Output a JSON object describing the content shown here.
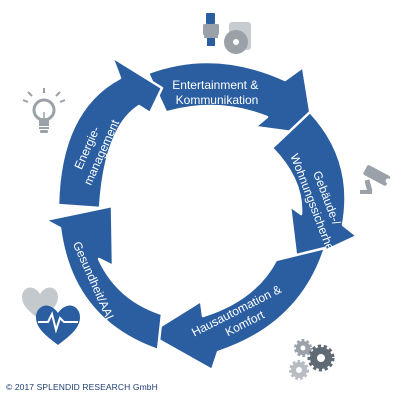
{
  "diagram": {
    "segments": [
      {
        "id": "entertainment",
        "lines": [
          "Entertainment &",
          "Kommunikation"
        ]
      },
      {
        "id": "gebaeude",
        "lines": [
          "Gebäude-/",
          "Wohnungssicherheit"
        ]
      },
      {
        "id": "hausautomation",
        "lines": [
          "Hausautomation &",
          "Komfort"
        ]
      },
      {
        "id": "gesundheit",
        "lines": [
          "Gesundheit/AAL"
        ]
      },
      {
        "id": "energie",
        "lines": [
          "Energie-",
          "management"
        ]
      }
    ],
    "icons": [
      {
        "name": "usb-disc-icon"
      },
      {
        "name": "security-camera-icon"
      },
      {
        "name": "gears-icon"
      },
      {
        "name": "hearts-icon"
      },
      {
        "name": "light-bulb-icon"
      }
    ],
    "colors": {
      "arrow": "#2a5ea0",
      "arrow_stroke": "#ffffff",
      "icon": "#9aa1a8"
    }
  },
  "footer": {
    "copyright": "© 2017 SPLENDID RESEARCH GmbH"
  }
}
